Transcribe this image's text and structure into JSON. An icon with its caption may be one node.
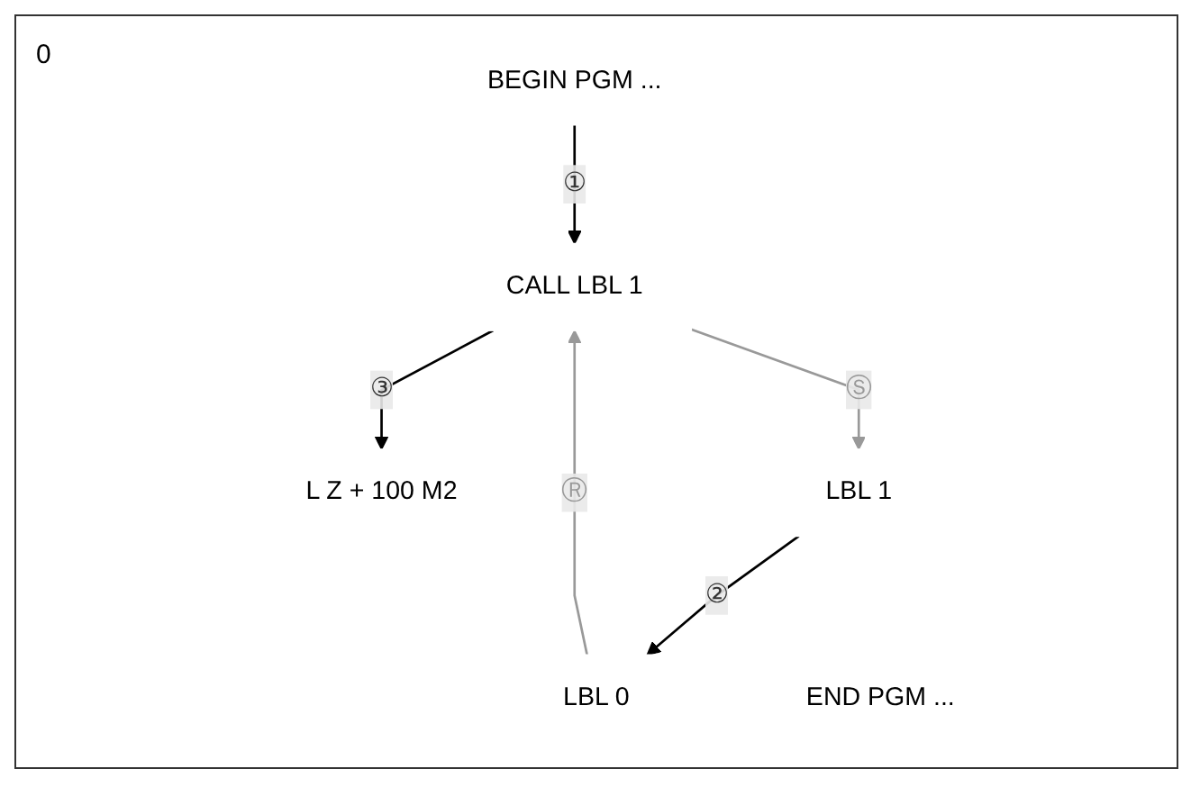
{
  "diagram": {
    "nodes": [
      {
        "text": [
          "BEGIN PGM ..."
        ]
      },
      {
        "text": [
          "CALL LBL 1"
        ]
      },
      {
        "text": [
          "L Z + 100 M2"
        ]
      },
      {
        "text": [
          "LBL 1"
        ]
      },
      {
        "text": [
          "LBL 0"
        ]
      },
      {
        "text": [
          "END PGM ..."
        ]
      }
    ],
    "edges": [
      {
        "from": 0,
        "to": 1,
        "arrow": "to",
        "label": "①"
      },
      {
        "from": 1,
        "to": 2,
        "arrow": "to",
        "label": "③"
      },
      {
        "from": 3,
        "to": 4,
        "arrow": "to",
        "label": "②"
      },
      {
        "from": 1,
        "to": 3,
        "arrow": "to",
        "label": "Ⓢ",
        "color": "#999999"
      },
      {
        "from": 4,
        "to": 1,
        "arrow": "to",
        "label": "Ⓡ",
        "color": "#999999"
      }
    ],
    "labels": [
      "0"
    ]
  }
}
